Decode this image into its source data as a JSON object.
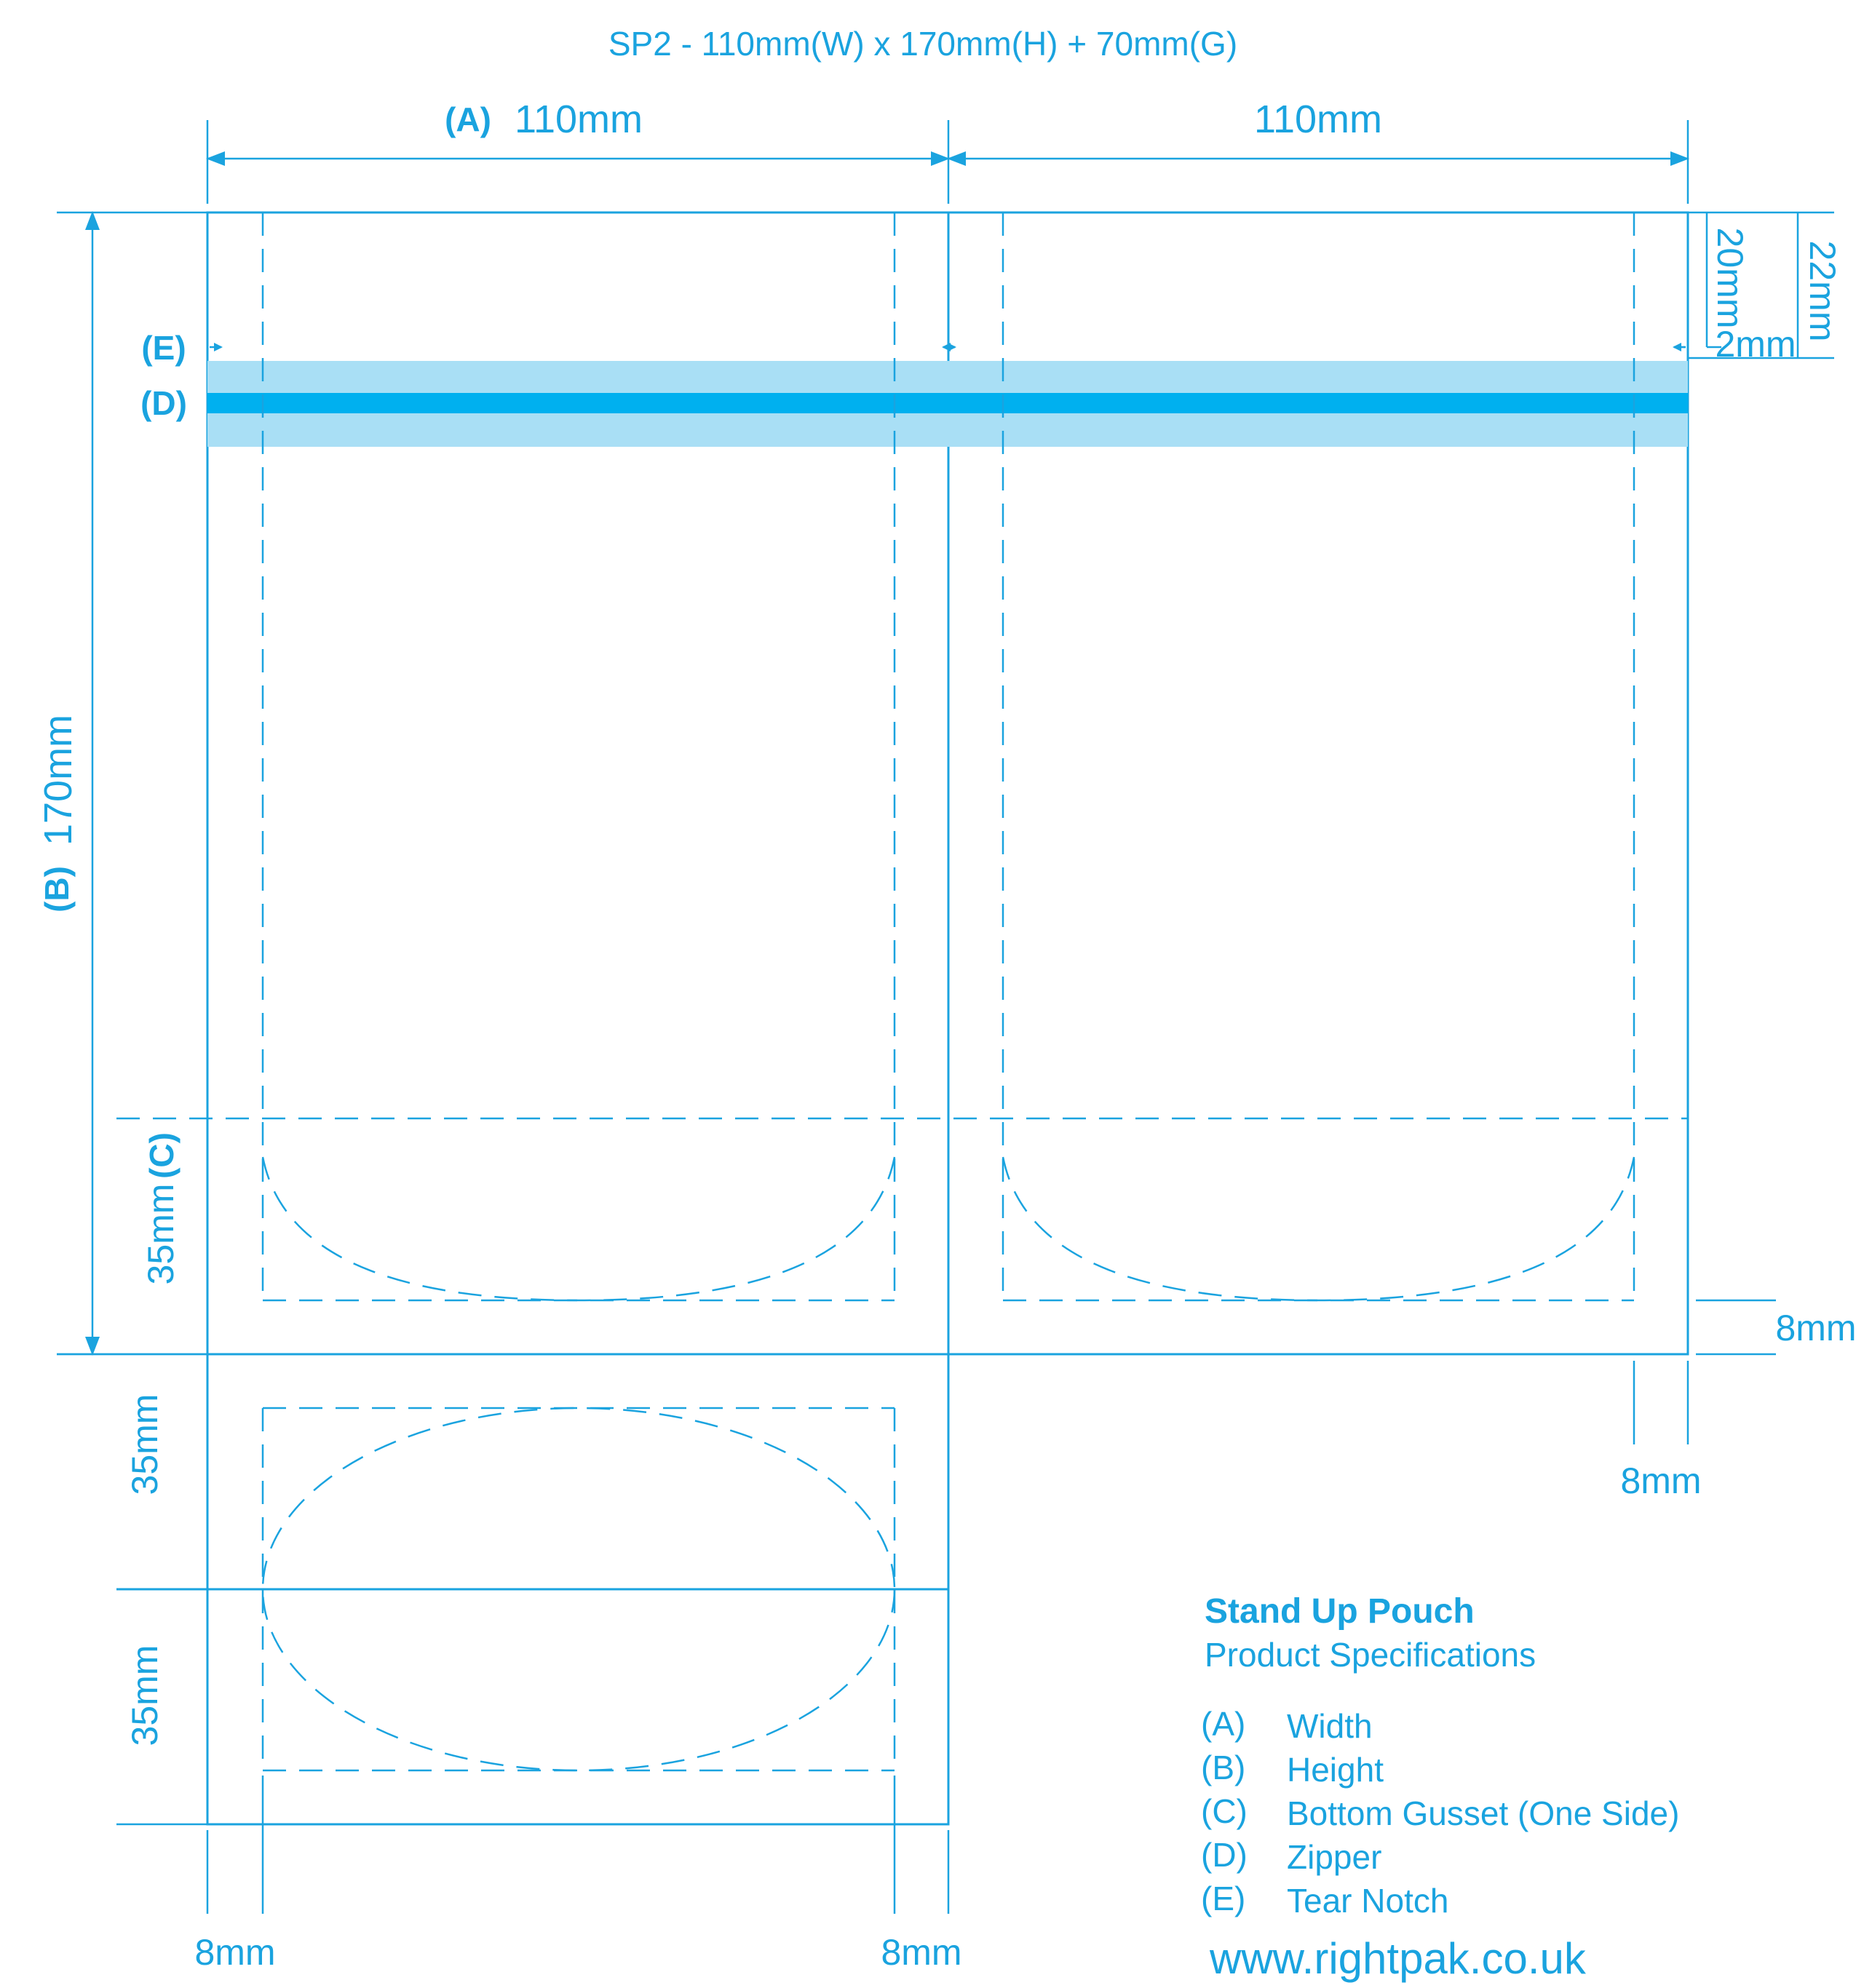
{
  "title": "SP2 - 110mm(W) x 170mm(H) + 70mm(G)",
  "dimensions": {
    "width_label_a": "(A)",
    "width_a": "110mm",
    "width_b": "110mm",
    "height_label": "(B)",
    "height": "170mm",
    "gusset_label": "(C)",
    "gusset": "35mm",
    "bottom_fold_1": "35mm",
    "bottom_fold_2": "35mm",
    "notch_label": "(E)",
    "zipper_label": "(D)",
    "top_20": "20mm",
    "top_22": "22mm",
    "top_2": "2mm",
    "seal_right": "8mm",
    "seal_bottom_right": "8mm",
    "seal_bottom_left": "8mm",
    "seal_bottom_mid": "8mm"
  },
  "legend": {
    "title": "Stand Up Pouch",
    "subtitle": "Product Specifications",
    "items": [
      {
        "key": "(A)",
        "label": "Width"
      },
      {
        "key": "(B)",
        "label": "Height"
      },
      {
        "key": "(C)",
        "label": "Bottom Gusset (One Side)"
      },
      {
        "key": "(D)",
        "label": "Zipper"
      },
      {
        "key": "(E)",
        "label": "Tear Notch"
      }
    ]
  },
  "website": "www.rightpak.co.uk",
  "colors": {
    "line": "#1aa3df",
    "zipper_band": "#a9dff5",
    "zipper_core": "#00b0ef"
  }
}
